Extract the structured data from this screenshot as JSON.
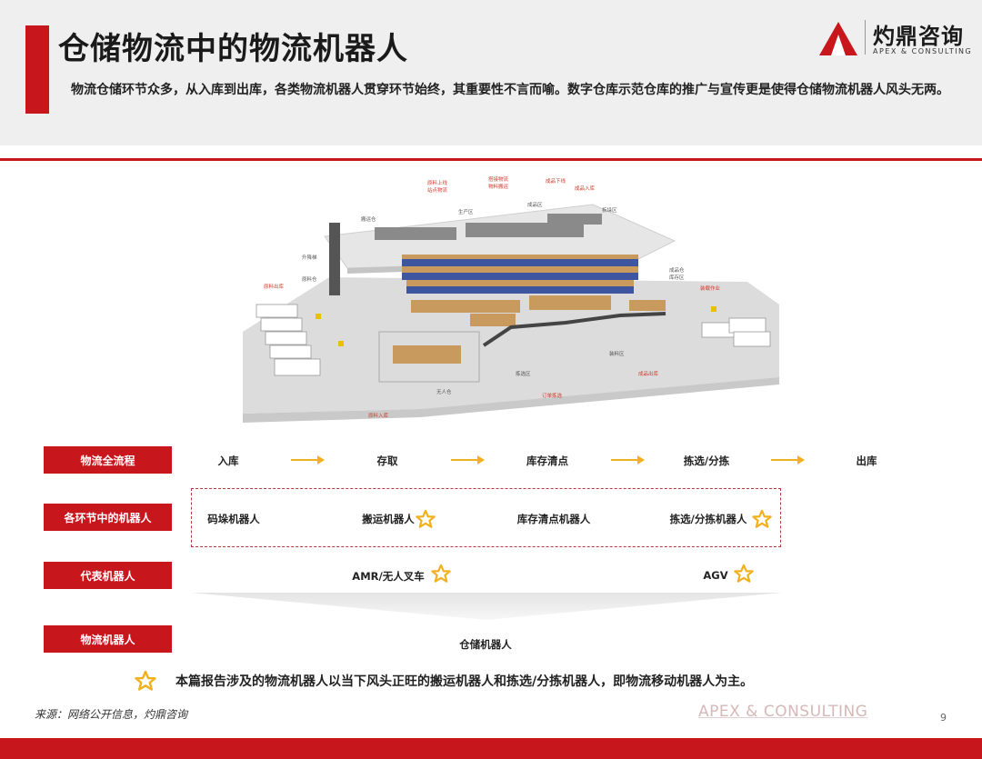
{
  "header": {
    "title": "仓储物流中的物流机器人",
    "subtitle": "物流仓储环节众多，从入库到出库，各类物流机器人贯穿环节始终，其重要性不言而喻。数字仓库示范仓库的推广与宣传更是使得仓储物流机器人风头无两。"
  },
  "logo": {
    "cn": "灼鼎咨询",
    "en": "APEX & CONSULTING"
  },
  "illustration_labels": {
    "l01": "原料上线",
    "l02": "站点物流",
    "l03": "搭接物流",
    "l04": "物料搬运",
    "l05": "成品下线",
    "l06": "成品入库",
    "l07": "成品区",
    "l08": "生产区",
    "l09": "拆垛区",
    "l10": "搬运仓",
    "l11": "升降梯",
    "l12": "原料仓",
    "l13": "原料出库",
    "l14": "成品仓",
    "l15": "库存区",
    "l16": "装载作业",
    "l17": "无人仓",
    "l18": "拣选区",
    "l19": "订单拣选",
    "l20": "原料入库",
    "l21": "装料区",
    "l22": "成品出库"
  },
  "flow": {
    "label": "物流全流程",
    "steps": [
      "入库",
      "存取",
      "库存清点",
      "拣选/分拣",
      "出库"
    ]
  },
  "robots": {
    "label": "各环节中的机器人",
    "items": [
      "码垛机器人",
      "搬运机器人",
      "库存清点机器人",
      "拣选/分拣机器人"
    ]
  },
  "representative": {
    "label": "代表机器人",
    "items": [
      "AMR/无人叉车",
      "AGV"
    ]
  },
  "logistics": {
    "label": "物流机器人",
    "value": "仓储机器人"
  },
  "note": "本篇报告涉及的物流机器人以当下风头正旺的搬运机器人和拣选/分拣机器人，即物流移动机器人为主。",
  "footer": {
    "source": "来源：网络公开信息，灼鼎咨询",
    "brand": "APEX & CONSULTING",
    "page": "9"
  },
  "colors": {
    "accent": "#c8161d",
    "arrow": "#f2b01e",
    "star": "#f2b01e",
    "header_bg": "#efefef"
  },
  "icons": {
    "highlight": "star-icon",
    "flow": "arrow-right-icon"
  }
}
